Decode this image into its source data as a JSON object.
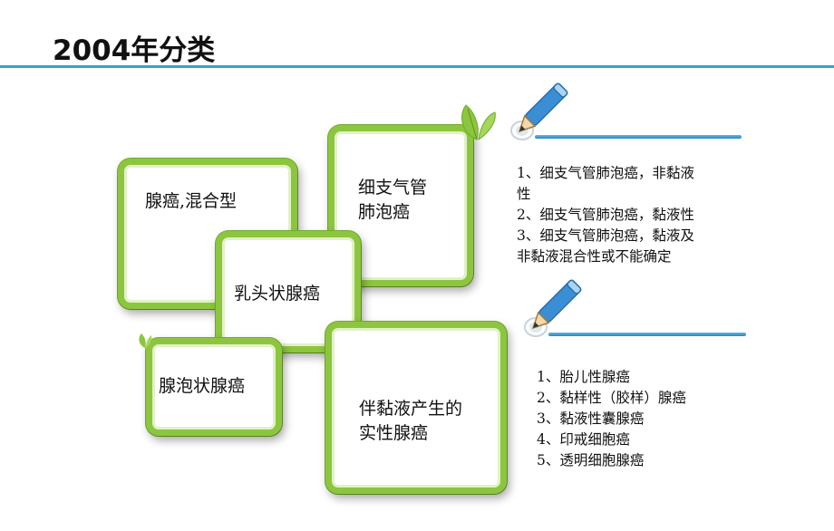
{
  "slide": {
    "title": "2004年分类"
  },
  "cards": {
    "mixed": "腺癌,混合型",
    "bronchiolo": [
      "细支气管",
      "肺泡癌"
    ],
    "papillary": "乳头状腺癌",
    "acinar": "腺泡状腺癌",
    "solid": [
      "伴黏液产生的",
      "实性腺癌"
    ]
  },
  "list_top": [
    "1、细支气管肺泡癌，非黏液",
    "性",
    "2、细支气管肺泡癌，黏液性",
    "3、细支气管肺泡癌，黏液及",
    "非黏液混合性或不能确定"
  ],
  "list_bottom": [
    "1、胎儿性腺癌",
    "2、黏样性（胶样）腺癌",
    "3、黏液性囊腺癌",
    "4、印戒细胞癌",
    "5、透明细胞腺癌"
  ],
  "colors": {
    "card_border": "#8cc63f",
    "title_rule": "#3f9fc4",
    "pencil": "#3a8fd4",
    "leaf": "#8cc63f"
  }
}
